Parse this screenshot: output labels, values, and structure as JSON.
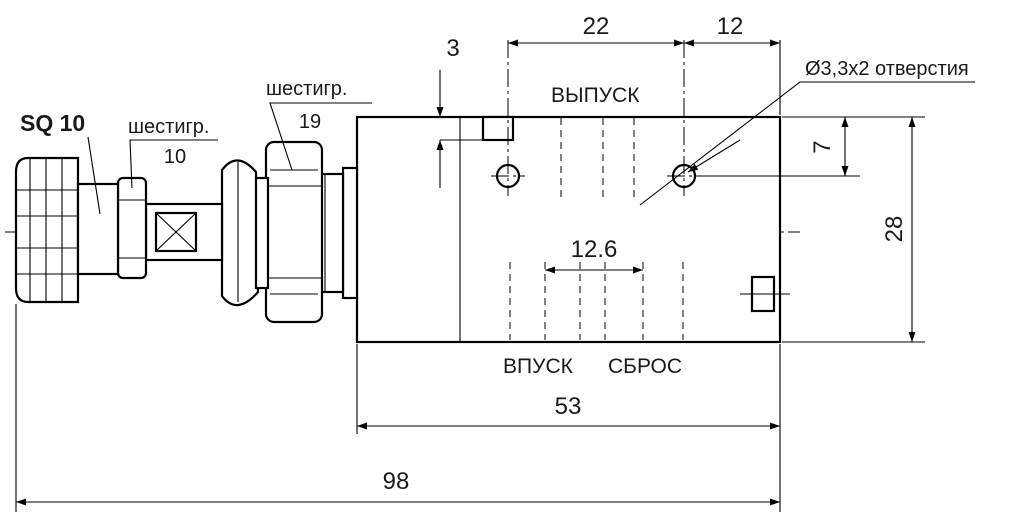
{
  "drawing": {
    "dimensions": {
      "width_22": "22",
      "width_12": "12",
      "depth_3": "3",
      "height_7": "7",
      "height_28": "28",
      "pitch_12_6": "12.6",
      "length_53": "53",
      "length_98": "98"
    },
    "callouts": {
      "holes": "Ø3,3х2 отверстия",
      "hex_small_label": "шестигр.",
      "hex_small_size": "10",
      "hex_large_label": "шестигр.",
      "hex_large_size": "19",
      "square": "SQ 10"
    },
    "ports": {
      "exhaust": "ВЫПУСК",
      "inlet": "ВПУСК",
      "reset": "СБРОС"
    }
  }
}
